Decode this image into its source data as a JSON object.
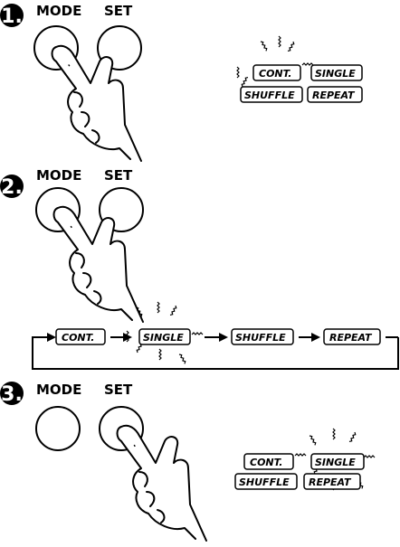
{
  "steps": [
    {
      "number": "1.",
      "mode_label": "MODE",
      "set_label": "SET"
    },
    {
      "number": "2.",
      "mode_label": "MODE",
      "set_label": "SET"
    },
    {
      "number": "3.",
      "mode_label": "MODE",
      "set_label": "SET"
    }
  ],
  "indicators": {
    "cont": "CONT.",
    "single": "SINGLE",
    "shuffle": "SHUFFLE",
    "repeat": "REPEAT"
  }
}
